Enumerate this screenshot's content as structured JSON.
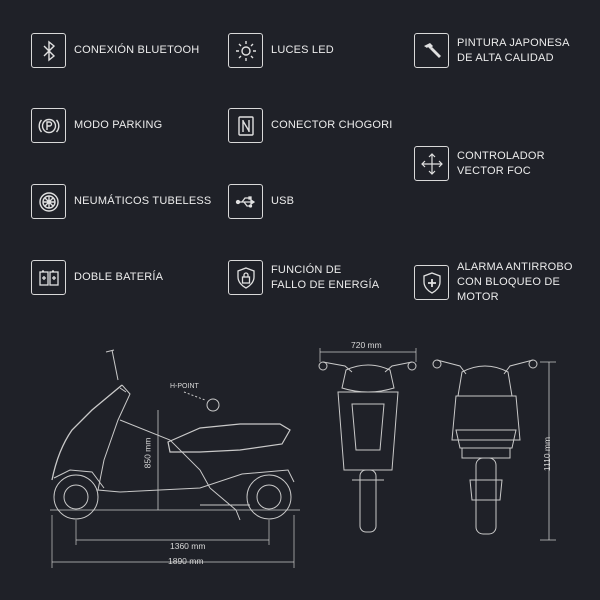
{
  "features": [
    {
      "id": "bluetooth",
      "icon": "bluetooth-icon",
      "lines": [
        "CONEXIÓN BLUETOOH"
      ]
    },
    {
      "id": "led",
      "icon": "sun-icon",
      "lines": [
        "LUCES LED"
      ]
    },
    {
      "id": "paint",
      "icon": "hammer-icon",
      "lines": [
        "PINTURA JAPONESA",
        "DE ALTA CALIDAD"
      ]
    },
    {
      "id": "parking",
      "icon": "parking-icon",
      "lines": [
        "MODO PARKING"
      ]
    },
    {
      "id": "chogori",
      "icon": "connector-icon",
      "lines": [
        "CONECTOR CHOGORI"
      ]
    },
    {
      "id": "foc",
      "icon": "arrows-move-icon",
      "lines": [
        "CONTROLADOR",
        "VECTOR FOC"
      ]
    },
    {
      "id": "tubeless",
      "icon": "wheel-icon",
      "lines": [
        "NEUMÁTICOS TUBELESS"
      ]
    },
    {
      "id": "usb",
      "icon": "usb-icon",
      "lines": [
        "USB"
      ]
    },
    {
      "id": "battery",
      "icon": "battery-icon",
      "lines": [
        "DOBLE BATERÍA"
      ]
    },
    {
      "id": "energy",
      "icon": "lock-shield-icon",
      "lines": [
        "FUNCIÓN DE",
        "FALLO DE ENERGÍA"
      ]
    },
    {
      "id": "alarm",
      "icon": "shield-plus-icon",
      "lines": [
        "ALARMA ANTIRROBO",
        "CON BLOQUEO DE MOTOR"
      ]
    }
  ],
  "dimensions": {
    "h_point": "H-POINT",
    "seat_height": "850 mm",
    "wheelbase": "1360 mm",
    "length": "1890 mm",
    "width": "720 mm",
    "height": "1110 mm"
  },
  "colors": {
    "background": "#1f2128",
    "line": "#d9d9d9"
  }
}
